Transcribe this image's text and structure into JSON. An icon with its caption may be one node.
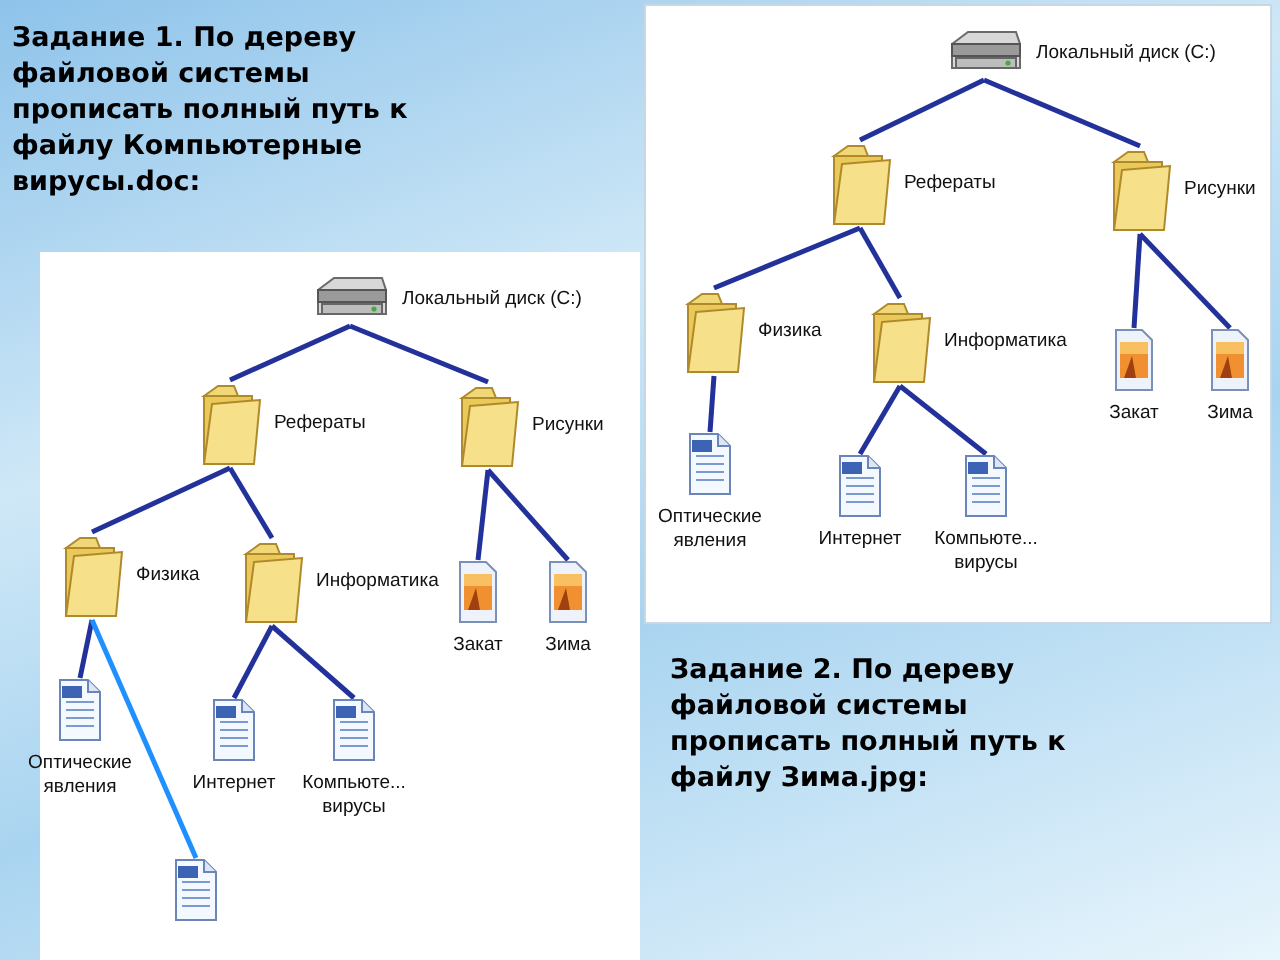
{
  "diagram": {
    "nodes": [
      {
        "text": [
          "Локальный диск (C:)"
        ]
      },
      {
        "text": [
          "Рефераты"
        ]
      },
      {
        "text": [
          "Рисунки"
        ]
      },
      {
        "text": [
          "Физика"
        ]
      },
      {
        "text": [
          "Информатика"
        ]
      },
      {
        "text": [
          "Оптические явления"
        ]
      },
      {
        "text": [
          "Интернет"
        ]
      },
      {
        "text": [
          "Компьюте... вирусы"
        ]
      },
      {
        "text": [
          "Закат"
        ]
      },
      {
        "text": [
          "Зима"
        ]
      },
      {
        "text": [],
        "shape": "picture"
      },
      {
        "text": [
          "Локальный диск (C:)"
        ]
      },
      {
        "text": [
          "Рефераты"
        ]
      },
      {
        "text": [
          "Рисунки"
        ]
      },
      {
        "text": [
          "Физика"
        ]
      },
      {
        "text": [
          "Информатика"
        ]
      },
      {
        "text": [
          "Оптические явления"
        ]
      },
      {
        "text": [
          "Интернет"
        ]
      },
      {
        "text": [
          "Компьюте... вирусы"
        ]
      },
      {
        "text": [
          "Закат"
        ]
      },
      {
        "text": [
          "Зима"
        ]
      }
    ],
    "edges": [
      {
        "from": 0,
        "to": 1,
        "arrow": "none"
      },
      {
        "from": 0,
        "to": 2,
        "arrow": "none"
      },
      {
        "from": 1,
        "to": 3,
        "arrow": "none"
      },
      {
        "from": 1,
        "to": 4,
        "arrow": "none"
      },
      {
        "from": 3,
        "to": 5,
        "arrow": "none"
      },
      {
        "from": 3,
        "to": 10,
        "arrow": "none",
        "color": "#1e90ff"
      },
      {
        "from": 4,
        "to": 6,
        "arrow": "none"
      },
      {
        "from": 4,
        "to": 7,
        "arrow": "none"
      },
      {
        "from": 2,
        "to": 8,
        "arrow": "none"
      },
      {
        "from": 2,
        "to": 9,
        "arrow": "none"
      },
      {
        "from": 11,
        "to": 12,
        "arrow": "none"
      },
      {
        "from": 11,
        "to": 13,
        "arrow": "none"
      },
      {
        "from": 12,
        "to": 14,
        "arrow": "none"
      },
      {
        "from": 12,
        "to": 15,
        "arrow": "none"
      },
      {
        "from": 14,
        "to": 16,
        "arrow": "none"
      },
      {
        "from": 15,
        "to": 17,
        "arrow": "none"
      },
      {
        "from": 15,
        "to": 18,
        "arrow": "none"
      },
      {
        "from": 13,
        "to": 19,
        "arrow": "none"
      },
      {
        "from": 13,
        "to": 20,
        "arrow": "none"
      }
    ],
    "labels": [
      "Задание 1. По дереву файловой системы прописать полный путь к файлу Компьютерные вирусы.doc:",
      "Задание 2. По дереву файловой системы прописать полный путь к файлу Зима.jpg:"
    ]
  }
}
